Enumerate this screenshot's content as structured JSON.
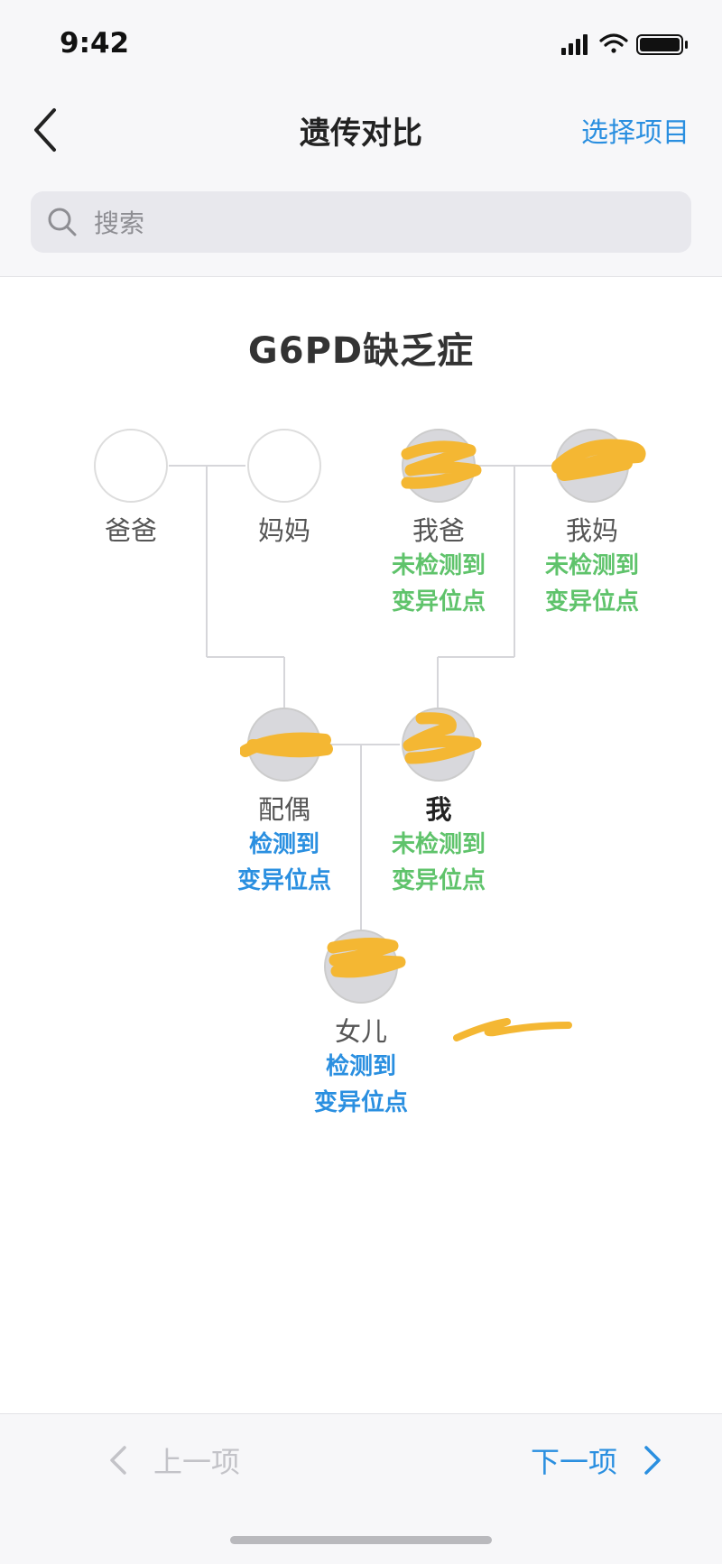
{
  "status_bar": {
    "time": "9:42"
  },
  "nav": {
    "title": "遗传对比",
    "action": "选择项目"
  },
  "search": {
    "placeholder": "搜索"
  },
  "disease": {
    "title": "G6PD缺乏症"
  },
  "members": {
    "father": {
      "name": "爸爸"
    },
    "mother": {
      "name": "妈妈"
    },
    "my_father": {
      "name": "我爸",
      "status_line1": "未检测到",
      "status_line2": "变异位点"
    },
    "my_mother": {
      "name": "我妈",
      "status_line1": "未检测到",
      "status_line2": "变异位点"
    },
    "spouse": {
      "name": "配偶",
      "status_line1": "检测到",
      "status_line2": "变异位点"
    },
    "me": {
      "name": "我",
      "status_line1": "未检测到",
      "status_line2": "变异位点"
    },
    "daughter": {
      "name": "女儿",
      "status_line1": "检测到",
      "status_line2": "变异位点"
    }
  },
  "footer": {
    "prev": "上一项",
    "next": "下一项"
  },
  "colors": {
    "accent": "#2a8fe0",
    "negative": "#5fc36b",
    "redaction": "#f4b733"
  }
}
